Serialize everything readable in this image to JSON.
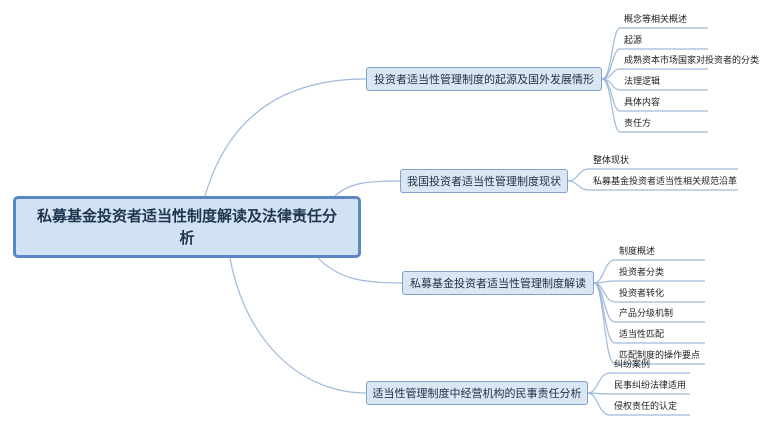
{
  "root": {
    "title": "私募基金投资者适当性制度解读及法律责任分析"
  },
  "branches": [
    {
      "label": "投资者适当性管理制度的起源及国外发展情形",
      "leaves": [
        "概念等相关概述",
        "起源",
        "成熟资本市场国家对投资者的分类",
        "法理逻辑",
        "具体内容",
        "责任方"
      ]
    },
    {
      "label": "我国投资者适当性管理制度现状",
      "leaves": [
        "整体现状",
        "私募基金投资者适当性相关规范沿革"
      ]
    },
    {
      "label": "私募基金投资者适当性管理制度解读",
      "leaves": [
        "制度概述",
        "投资者分类",
        "投资者转化",
        "产品分级机制",
        "适当性匹配",
        "匹配制度的操作要点"
      ]
    },
    {
      "label": "适当性管理制度中经营机构的民事责任分析",
      "leaves": [
        "纠纷案例",
        "民事纠纷法律适用",
        "侵权责任的认定"
      ]
    }
  ],
  "colors": {
    "line": "#9fb9db",
    "branch_bg": "#dbe6f3",
    "root_border": "#5b86c4"
  }
}
